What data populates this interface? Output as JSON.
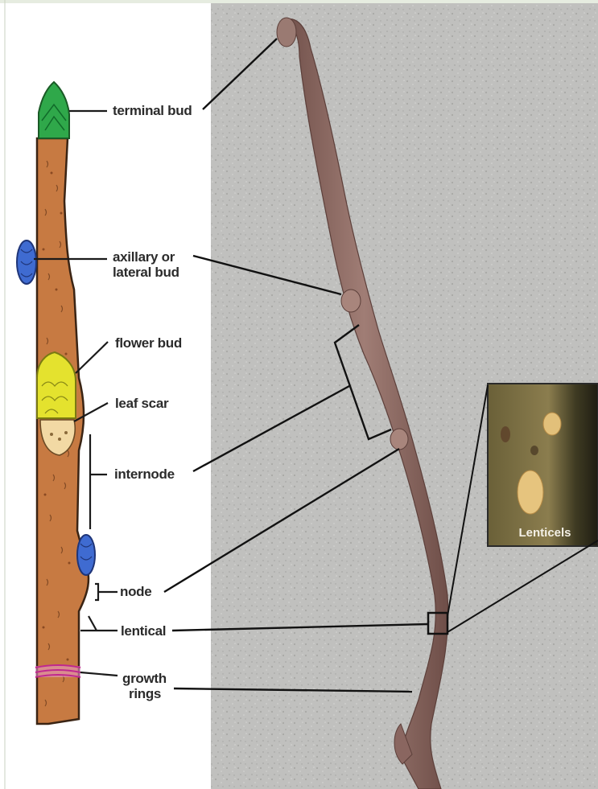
{
  "labels": {
    "terminal_bud": "terminal bud",
    "axillary_bud_line1": "axillary or",
    "axillary_bud_line2": "lateral bud",
    "flower_bud": "flower bud",
    "leaf_scar": "leaf scar",
    "internode": "internode",
    "node": "node",
    "lentical": "lentical",
    "growth_rings_line1": "growth",
    "growth_rings_line2": "rings"
  },
  "inset": {
    "caption": "Lenticels"
  },
  "colors": {
    "stem": "#c77a42",
    "stem_outline": "#3a2414",
    "terminal_bud": "#2fa84a",
    "lateral_bud": "#3f6bd1",
    "flower_bud": "#e4e22e",
    "leaf_scar": "#f2d9a4",
    "growth_ring": "#c0288f",
    "photo_background": "#bdbdbb",
    "twig": "#8a6660",
    "inset_background": "#7d6f45"
  }
}
